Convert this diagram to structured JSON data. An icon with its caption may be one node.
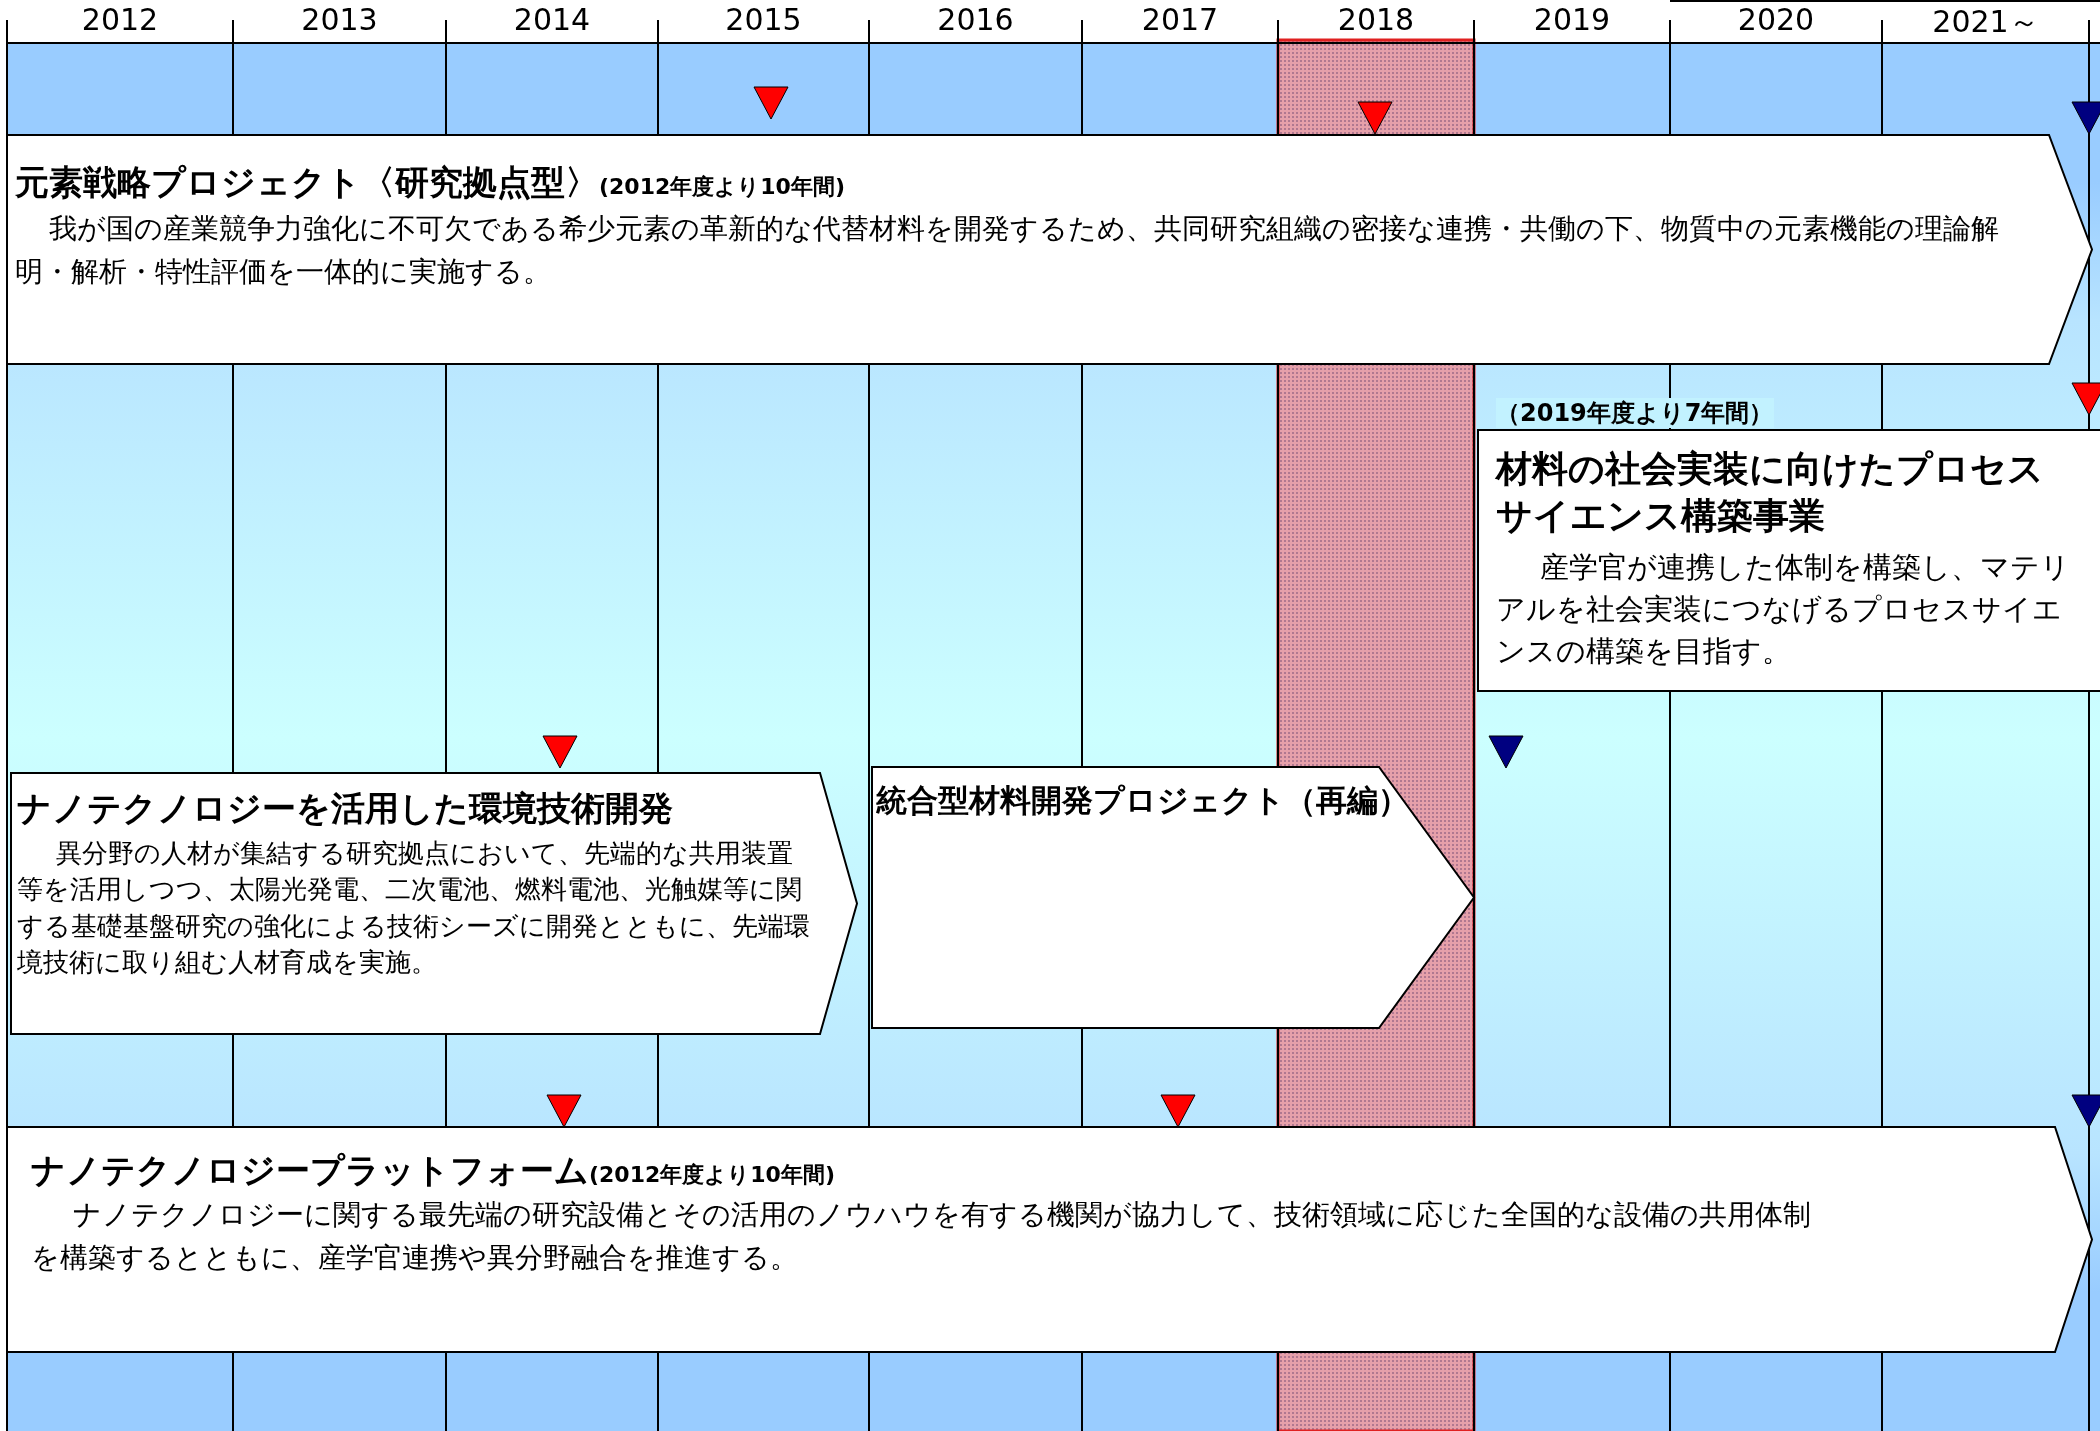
{
  "diagram": {
    "nodes": [
      {
        "text": [
          "元素戦略プロジェクト〈研究拠点型〉",
          "(2012年度より10年間)",
          "我が国の産業競争力強化に不可欠である希少元素の革新的な代替材料を開発するため、共同研究組織の密接な連携・共働の下、物質中の元素機能の理論解明・解析・特性評価を一体的に実施する。"
        ]
      },
      {
        "text": [
          "（2019年度より7年間）",
          "材料の社会実装に向けたプロセスサイエンス構築事業",
          "産学官が連携した体制を構築し、マテリアルを社会実装につなげるプロセスサイエンスの構築を目指す。"
        ]
      },
      {
        "text": [
          "ナノテクノロジーを活用した環境技術開発",
          "異分野の人材が集結する研究拠点において、先端的な共用装置等を活用しつつ、太陽光発電、二次電池、燃料電池、光触媒等に関する基礎基盤研究の強化による技術シーズに開発とともに、先端環境技術に取り組む人材育成を実施。"
        ]
      },
      {
        "text": [
          "統合型材料開発プロジェクト（再編）"
        ]
      },
      {
        "text": [
          "ナノテクノロジープラットフォーム",
          "(2012年度より10年間)",
          "ナノテクノロジーに関する最先端の研究設備とその活用のノウハウを有する機関が協力して、技術領域に応じた全国的な設備の共用体制を構築するとともに、産学官連携や異分野融合を推進する。"
        ]
      }
    ],
    "labels": [
      "2012",
      "2013",
      "2014",
      "2015",
      "2016",
      "2017",
      "2018",
      "2019",
      "2020",
      "2021～"
    ]
  }
}
